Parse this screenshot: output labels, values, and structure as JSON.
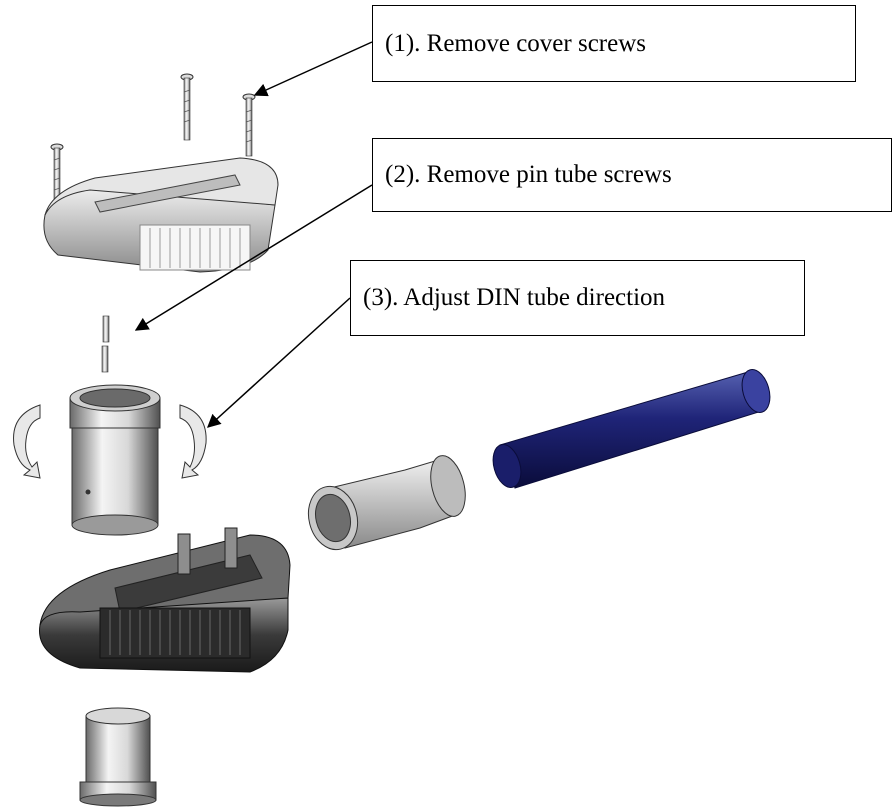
{
  "steps": [
    {
      "label": "(1). Remove cover screws"
    },
    {
      "label": "(2). Remove pin tube screws"
    },
    {
      "label": "(3). Adjust DIN tube direction"
    }
  ],
  "colors": {
    "metal_light": "#f0f0f0",
    "metal_dark": "#5a5a5a",
    "housing": "#3a3a3a",
    "rod": "#1c1f6b",
    "line": "#000000"
  }
}
